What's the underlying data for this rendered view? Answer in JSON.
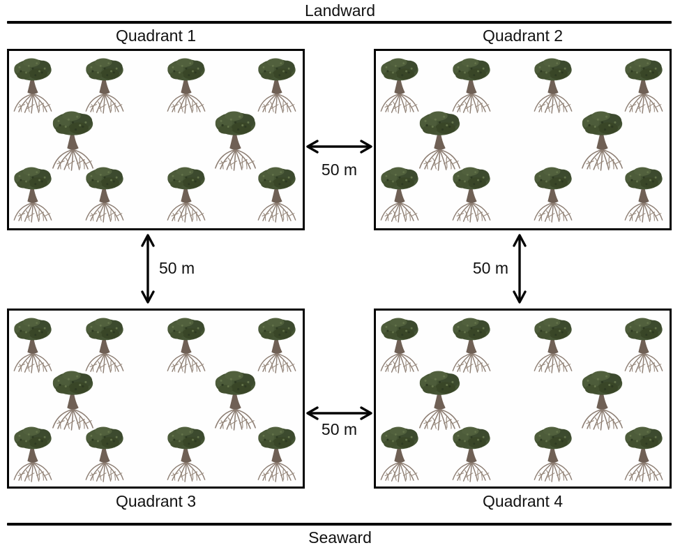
{
  "diagram": {
    "title": "Mangrove sampling quadrant layout",
    "landward_label": "Landward",
    "seaward_label": "Seaward",
    "quadrants": [
      {
        "label": "Quadrant 1",
        "label_position": "above",
        "tree_count": 10
      },
      {
        "label": "Quadrant 2",
        "label_position": "above",
        "tree_count": 10
      },
      {
        "label": "Quadrant 3",
        "label_position": "below",
        "tree_count": 10
      },
      {
        "label": "Quadrant 4",
        "label_position": "below",
        "tree_count": 10
      }
    ],
    "distances": {
      "top_horizontal": "50 m",
      "bottom_horizontal": "50 m",
      "left_vertical": "50 m",
      "right_vertical": "50 m"
    },
    "icons": {
      "tree": "mangrove-tree-icon",
      "horizontal_spacing": "double-headed-horizontal-arrow-icon",
      "vertical_spacing": "double-headed-vertical-arrow-icon"
    },
    "colors": {
      "line": "#050505",
      "text": "#111111",
      "canopy": "#455434",
      "trunk": "#6f6055",
      "roots": "#8d7e73",
      "background": "#ffffff"
    },
    "tree_positions": [
      [
        5,
        10
      ],
      [
        108,
        10
      ],
      [
        225,
        10
      ],
      [
        355,
        10
      ],
      [
        60,
        86,
        1.08
      ],
      [
        293,
        86,
        1.08
      ],
      [
        5,
        166
      ],
      [
        108,
        166
      ],
      [
        225,
        166
      ],
      [
        355,
        166
      ]
    ]
  }
}
